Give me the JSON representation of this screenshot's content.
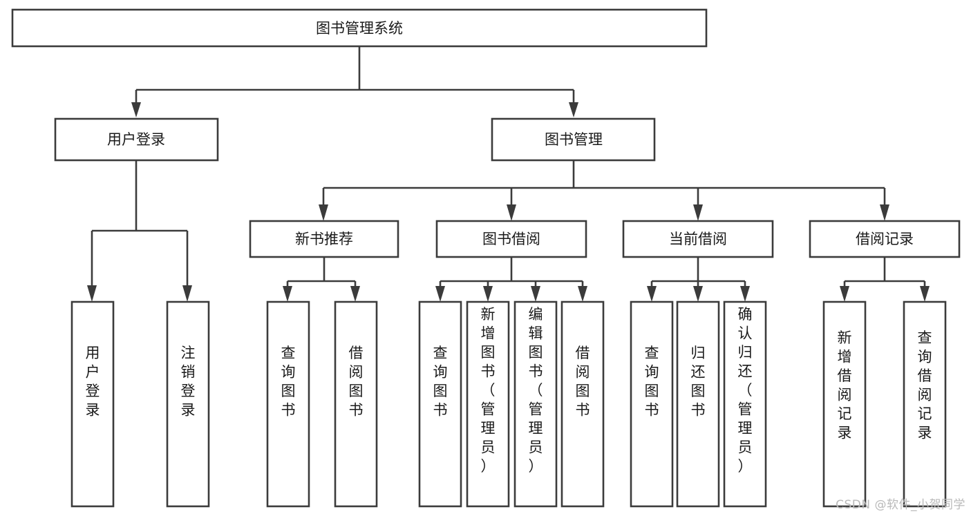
{
  "diagram": {
    "title": "图书管理系统",
    "watermark": "CSDN @软件_小贺同学",
    "colors": {
      "stroke": "#3b3b3b",
      "fill": "#ffffff",
      "text": "#1a1a1a",
      "watermark": "#b9b9b9",
      "background": "#ffffff"
    },
    "root": {
      "label": "图书管理系统",
      "level": 0
    },
    "level2": [
      {
        "label": "用户登录"
      },
      {
        "label": "图书管理"
      }
    ],
    "level3": [
      {
        "label": "新书推荐"
      },
      {
        "label": "图书借阅"
      },
      {
        "label": "当前借阅"
      },
      {
        "label": "借阅记录"
      }
    ],
    "leaves": {
      "user_login": [
        {
          "label": "用户登录"
        },
        {
          "label": "注销登录"
        }
      ],
      "new_book_rec": [
        {
          "label": "查询图书"
        },
        {
          "label": "借阅图书"
        }
      ],
      "book_borrow": [
        {
          "label": "查询图书"
        },
        {
          "label": "新增图书（管理员）"
        },
        {
          "label": "编辑图书（管理员）"
        },
        {
          "label": "借阅图书"
        }
      ],
      "current_borrow": [
        {
          "label": "查询图书"
        },
        {
          "label": "归还图书"
        },
        {
          "label": "确认归还（管理员）"
        }
      ],
      "borrow_record": [
        {
          "label": "新增借阅记录"
        },
        {
          "label": "查询借阅记录"
        }
      ]
    }
  }
}
